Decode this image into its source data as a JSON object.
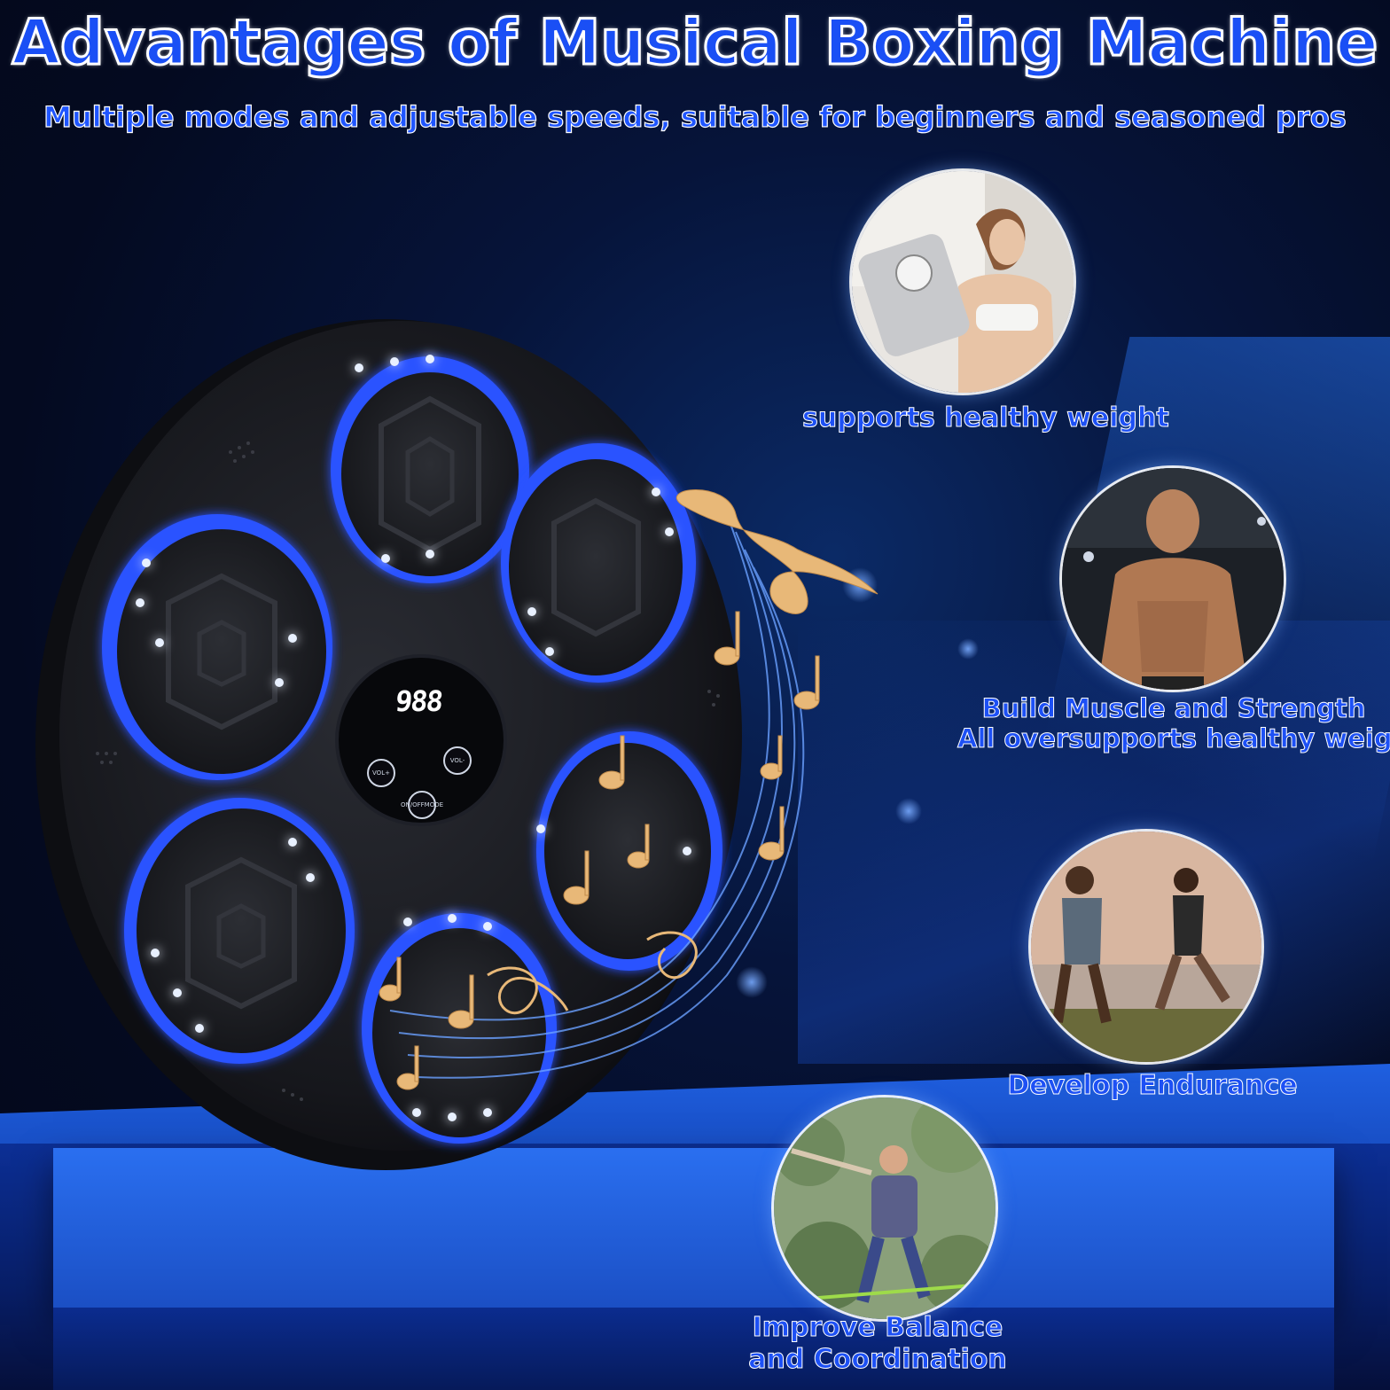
{
  "header": {
    "title": "Advantages of Musical Boxing Machine",
    "subtitle": "Multiple modes and adjustable speeds, suitable for beginners and seasoned pros"
  },
  "machine": {
    "display_value": "988",
    "buttons": {
      "vol_plus": "VOL+",
      "vol_minus": "VOL-",
      "mode_line1": "ON/OFF",
      "mode_line2": "MODE"
    },
    "light_color": "#2a52ff"
  },
  "benefits": [
    {
      "label": "supports healthy weight"
    },
    {
      "label_line1": "Build Muscle and Strength",
      "label_line2": "All oversupports healthy weight"
    },
    {
      "label": "Develop Endurance"
    },
    {
      "label_line1": "Improve Balance",
      "label_line2": "and Coordination"
    }
  ],
  "colors": {
    "title_fill": "#1a4ff5",
    "outline": "#ffffff",
    "note_gold": "#e8b878",
    "stage_blue": "#1f5fe0"
  }
}
